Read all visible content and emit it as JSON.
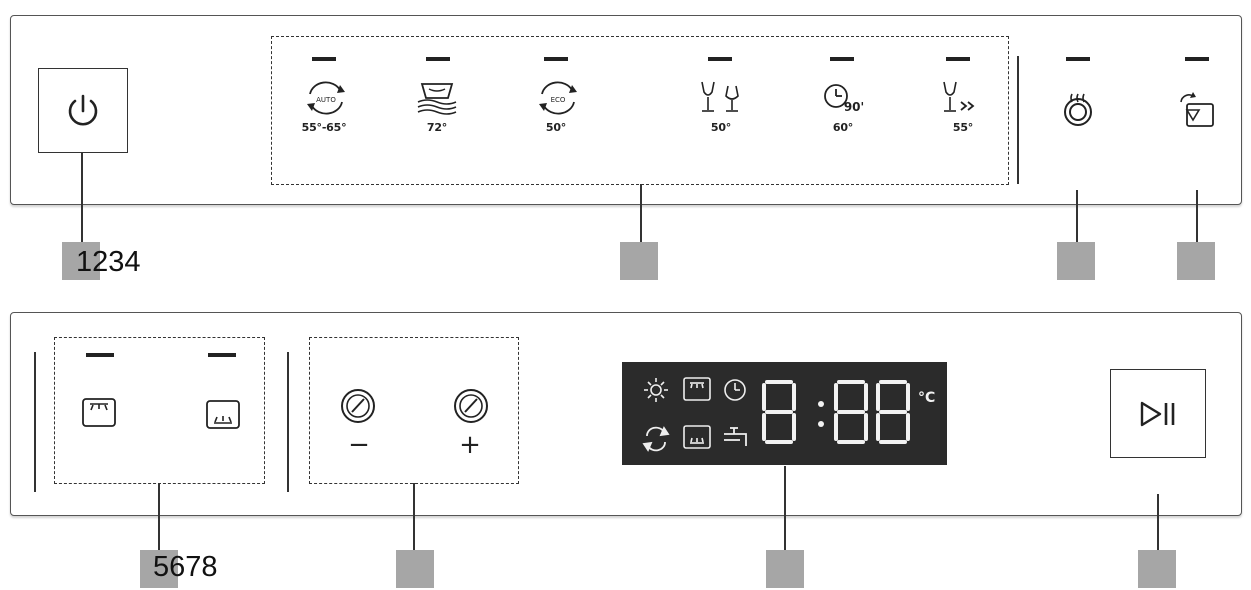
{
  "top_panel": {
    "programs": [
      {
        "id": "auto",
        "icon": "auto-cycle-icon",
        "badge": "AUTO",
        "temp": "55°-65°"
      },
      {
        "id": "intensive",
        "icon": "intensive-pot-icon",
        "badge": "",
        "temp": "72°"
      },
      {
        "id": "eco",
        "icon": "eco-cycle-icon",
        "badge": "ECO",
        "temp": "50°"
      },
      {
        "id": "glass",
        "icon": "glass-icon",
        "badge": "",
        "temp": "50°"
      },
      {
        "id": "90min",
        "icon": "clock-90-icon",
        "badge": "90'",
        "temp": "60°"
      },
      {
        "id": "rapid",
        "icon": "rapid-glass-icon",
        "badge": "",
        "temp": "55°"
      }
    ],
    "function_icons": [
      "extra-dry-icon",
      "door-open-icon"
    ],
    "callouts": {
      "power": "1234",
      "programs": "",
      "extra_dry": "",
      "door_open": ""
    }
  },
  "bottom_panel": {
    "zone_icons": [
      "upper-basket-icon",
      "lower-basket-icon"
    ],
    "knob_labels": {
      "minus": "−",
      "plus": "+"
    },
    "display": {
      "left_icons": [
        "sun-icon",
        "upper-rack-icon",
        "timer-icon",
        "rinse-aid-icon",
        "lower-rack-icon",
        "salt-tap-icon"
      ],
      "digits": "8:88",
      "unit": "°C"
    },
    "start_pause_icon": "play-pause-icon",
    "callouts": {
      "zones": "5678",
      "knobs": "",
      "display": "",
      "start": ""
    }
  }
}
